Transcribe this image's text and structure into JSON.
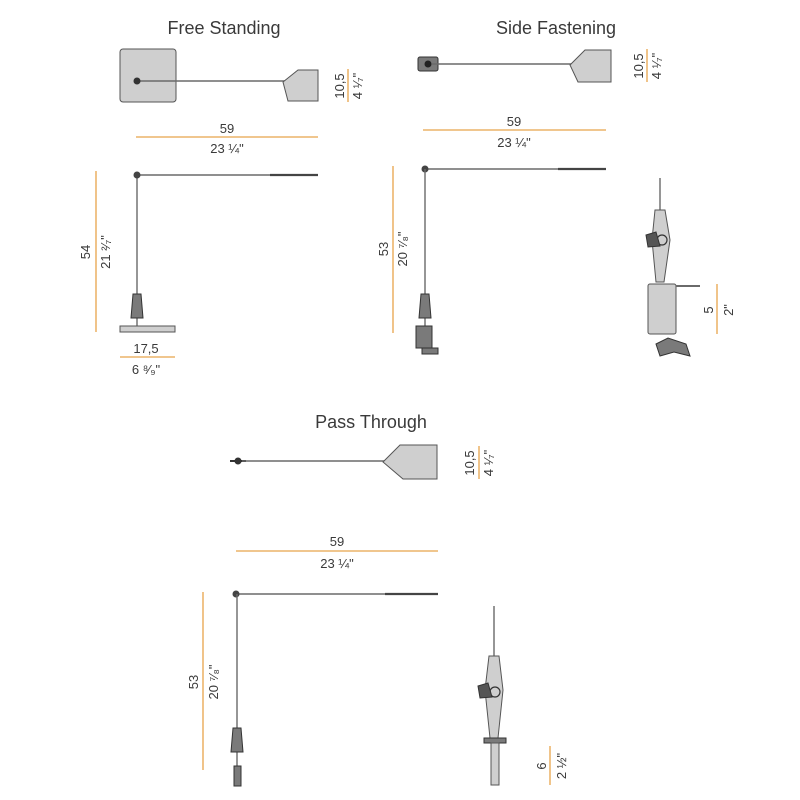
{
  "sections": {
    "free_standing": {
      "title": "Free Standing",
      "top_height_cm": "10,5",
      "top_height_in": "4 ¹⁄₇\"",
      "width_cm": "59",
      "width_in": "23 ¼\"",
      "height_cm": "54",
      "height_in": "21 ²⁄₇\"",
      "base_cm": "17,5",
      "base_in": "6 ⁸⁄₉\""
    },
    "side_fastening": {
      "title": "Side Fastening",
      "top_height_cm": "10,5",
      "top_height_in": "4 ¹⁄₇\"",
      "width_cm": "59",
      "width_in": "23 ¼\"",
      "height_cm": "53",
      "height_in": "20 ⁷⁄₈\"",
      "clamp_cm": "5",
      "clamp_in": "2\""
    },
    "pass_through": {
      "title": "Pass Through",
      "top_height_cm": "10,5",
      "top_height_in": "4 ¹⁄₇\"",
      "width_cm": "59",
      "width_in": "23 ¼\"",
      "height_cm": "53",
      "height_in": "20 ⁷⁄₈\"",
      "pin_cm": "6",
      "pin_in": "2 ½\""
    }
  },
  "colors": {
    "dimension_line": "#e8a34a",
    "lamp_fill": "#cfcfcf",
    "text": "#3a3a3a"
  }
}
